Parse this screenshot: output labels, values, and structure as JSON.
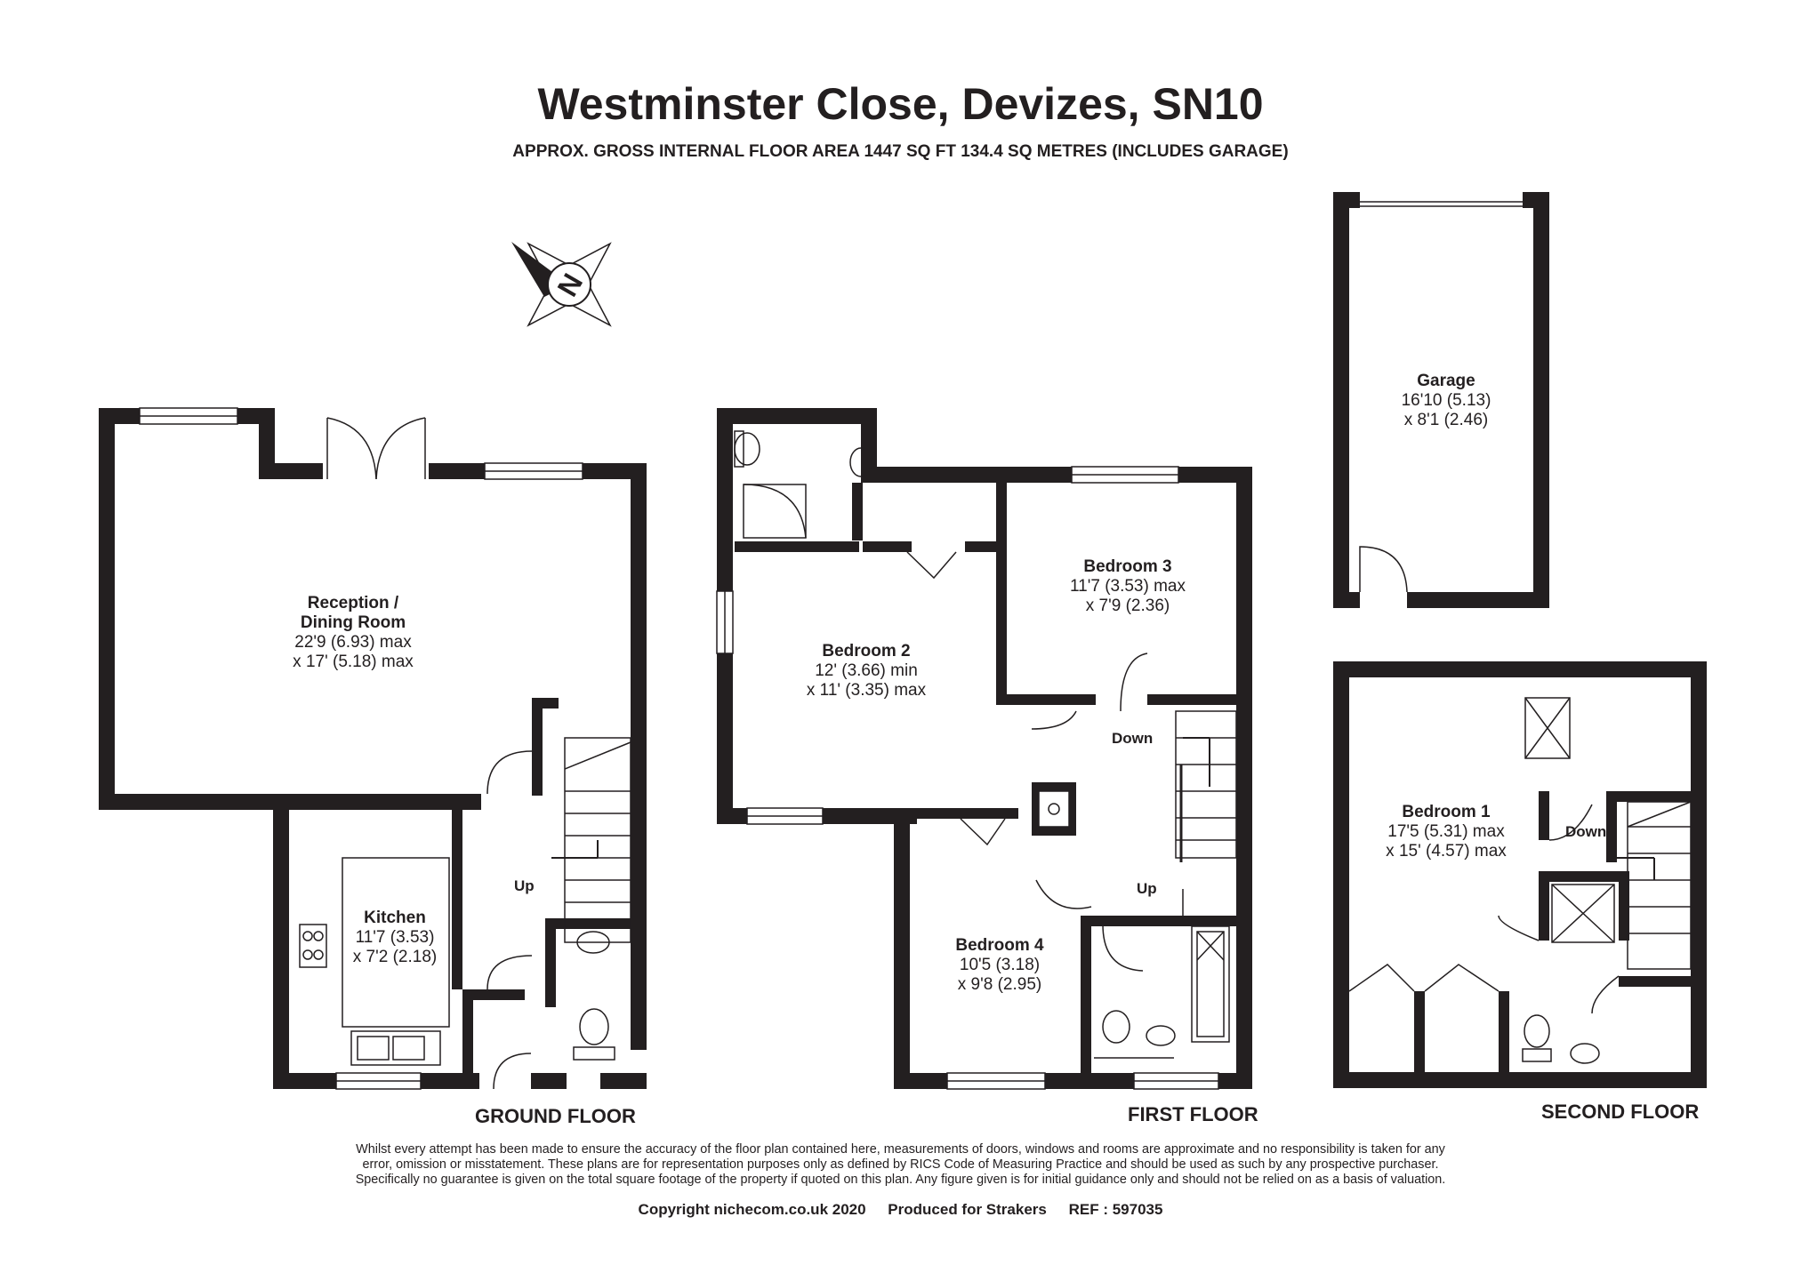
{
  "header": {
    "title": "Westminster Close, Devizes, SN10",
    "subtitle": "APPROX. GROSS INTERNAL FLOOR AREA 1447 SQ FT 134.4 SQ METRES (INCLUDES GARAGE)"
  },
  "compass": {
    "letter": "N"
  },
  "rooms": {
    "reception": {
      "name1": "Reception /",
      "name2": "Dining Room",
      "dim1": "22'9 (6.93) max",
      "dim2": "x 17' (5.18) max"
    },
    "kitchen": {
      "name": "Kitchen",
      "dim1": "11'7 (3.53)",
      "dim2": "x 7'2 (2.18)"
    },
    "bedroom2": {
      "name": "Bedroom 2",
      "dim1": "12' (3.66) min",
      "dim2": "x 11' (3.35) max"
    },
    "bedroom3": {
      "name": "Bedroom 3",
      "dim1": "11'7 (3.53) max",
      "dim2": "x 7'9 (2.36)"
    },
    "bedroom4": {
      "name": "Bedroom 4",
      "dim1": "10'5 (3.18)",
      "dim2": "x 9'8 (2.95)"
    },
    "garage": {
      "name": "Garage",
      "dim1": "16'10 (5.13)",
      "dim2": "x 8'1 (2.46)"
    },
    "bedroom1": {
      "name": "Bedroom 1",
      "dim1": "17'5 (5.31) max",
      "dim2": "x 15' (4.57) max"
    }
  },
  "stairs": {
    "ground_up": "Up",
    "first_down": "Down",
    "first_up": "Up",
    "second_down": "Down"
  },
  "floors": {
    "ground": "GROUND FLOOR",
    "first": "FIRST FLOOR",
    "second": "SECOND FLOOR"
  },
  "disclaimer": {
    "line1": "Whilst every attempt has been made to ensure the accuracy of the floor plan contained here, measurements of doors, windows and rooms are approximate and no responsibility is taken for any",
    "line2": "error, omission or misstatement. These plans are for representation purposes only as defined by RICS Code of Measuring Practice and should be used as such by any prospective purchaser.",
    "line3": "Specifically no guarantee is given on the total square footage of the property if quoted on this plan. Any figure given is for initial guidance only and should not be relied on as a basis of valuation."
  },
  "footer": {
    "copyright": "Copyright nichecom.co.uk 2020",
    "produced": "Produced for Strakers",
    "ref": "REF :  597035"
  }
}
